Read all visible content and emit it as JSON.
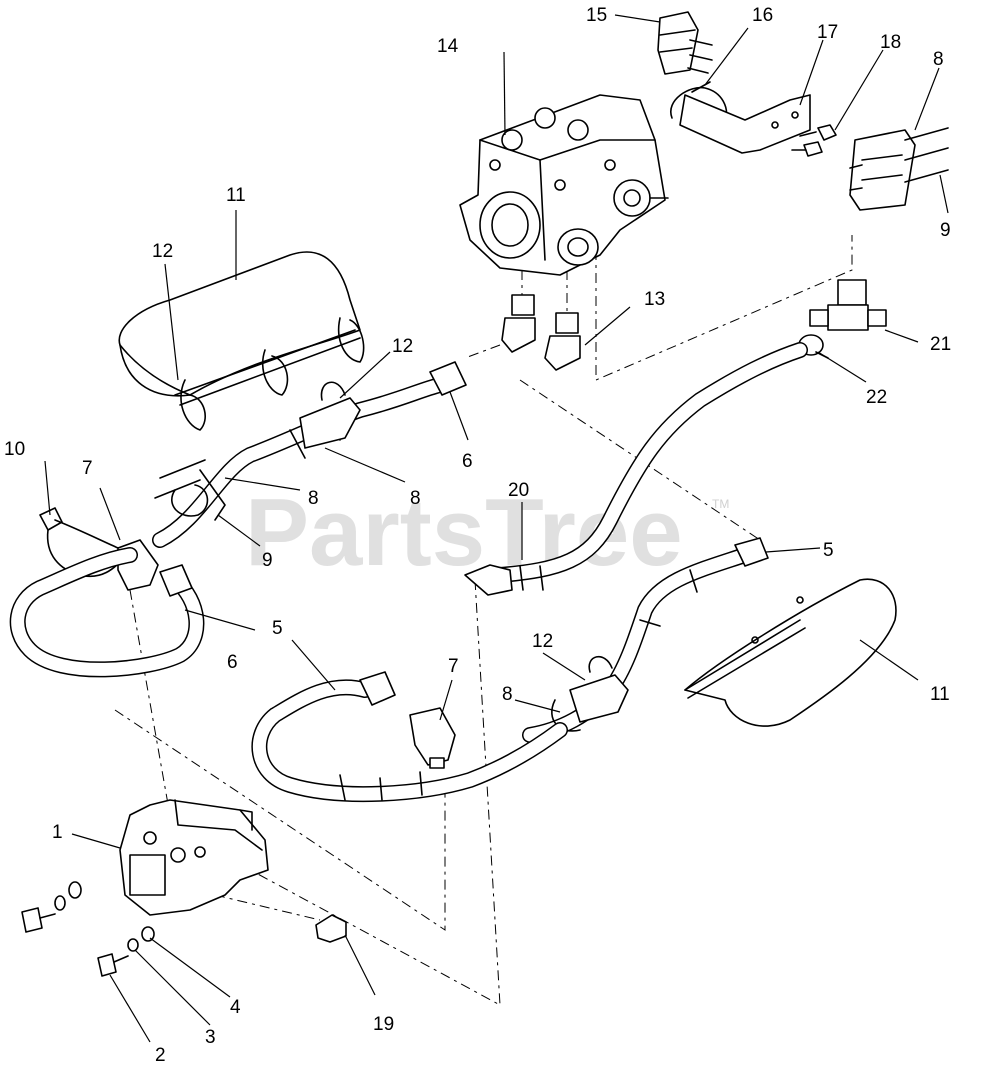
{
  "watermark": {
    "text": "PartsTree",
    "mark": "TM"
  },
  "callouts": {
    "c1": "1",
    "c2": "2",
    "c3": "3",
    "c4": "4",
    "c5a": "5",
    "c5b": "5",
    "c6a": "6",
    "c6b": "6",
    "c7a": "7",
    "c7b": "7",
    "c8a": "8",
    "c8b": "8",
    "c8c": "8",
    "c8d": "8",
    "c9a": "9",
    "c9b": "9",
    "c10": "10",
    "c11a": "11",
    "c11b": "11",
    "c12a": "12",
    "c12b": "12",
    "c12c": "12",
    "c13": "13",
    "c14": "14",
    "c15": "15",
    "c16": "16",
    "c17": "17",
    "c18": "18",
    "c19": "19",
    "c20": "20",
    "c21": "21",
    "c22": "22"
  }
}
